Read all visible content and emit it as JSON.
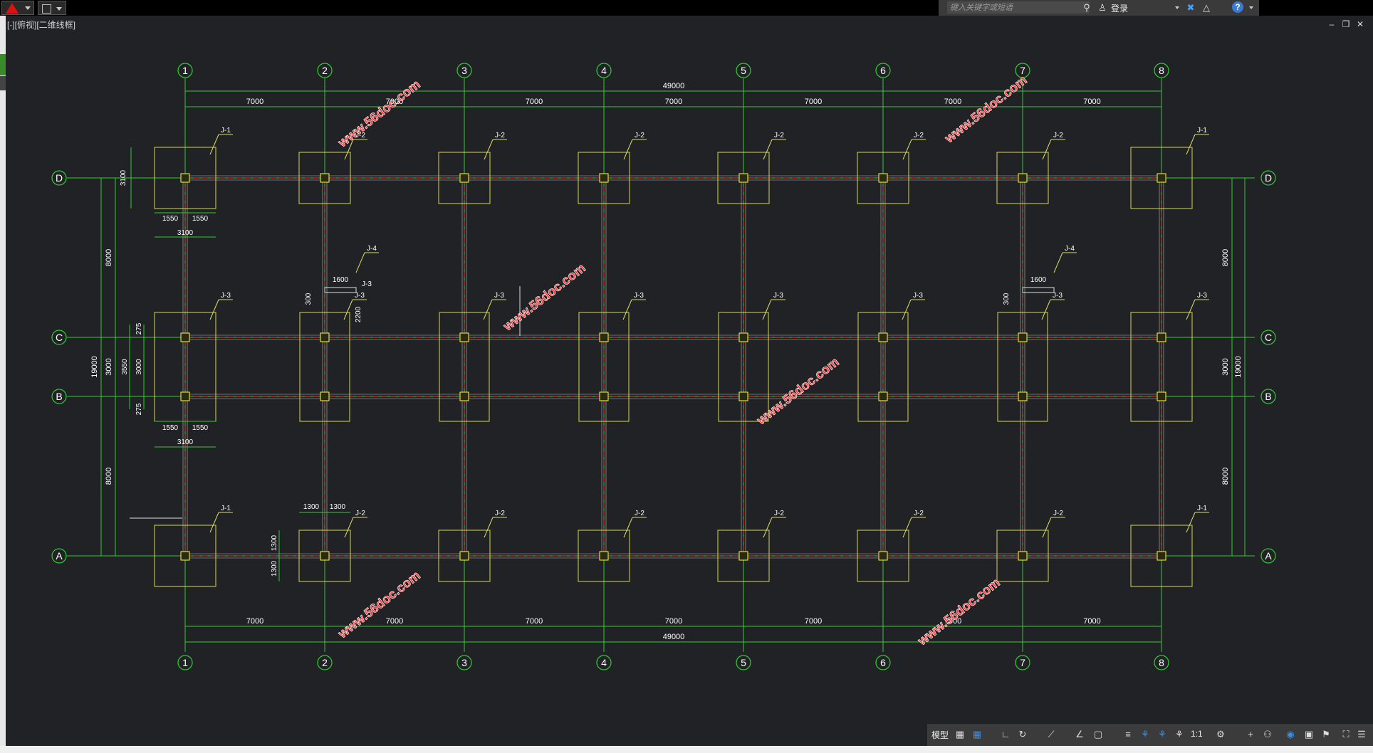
{
  "app": {
    "viewport_label": "[-][俯视][二维线框]",
    "search_placeholder": "键入关键字或短语",
    "login_label": "登录"
  },
  "statusbar": {
    "model_label": "模型",
    "scale_label": "1:1"
  },
  "drawing": {
    "col_axes": [
      "1",
      "2",
      "3",
      "4",
      "5",
      "6",
      "7",
      "8"
    ],
    "row_axes": [
      "D",
      "C",
      "B",
      "A"
    ],
    "bay_spacing": "7000",
    "total_length": "49000",
    "total_width": "19000",
    "row_spacings": [
      "8000",
      "3000",
      "8000"
    ],
    "foot_labels": {
      "J1": "J-1",
      "J2": "J-2",
      "J3": "J-3",
      "J4": "J-4"
    },
    "dims": {
      "half_1550": "1550",
      "full_3100": "3100",
      "d_3100_v": "3100",
      "d_1600": "1600",
      "d_300": "300",
      "d_2200": "2200",
      "d_275": "275",
      "d_3550": "3550",
      "d_1300": "1300"
    },
    "watermark": "www.56doc.com"
  },
  "colors": {
    "axis": "#33cc33",
    "footing": "#d8d84a",
    "beam_red": "#e23a3a",
    "canvas_bg": "#212226"
  }
}
